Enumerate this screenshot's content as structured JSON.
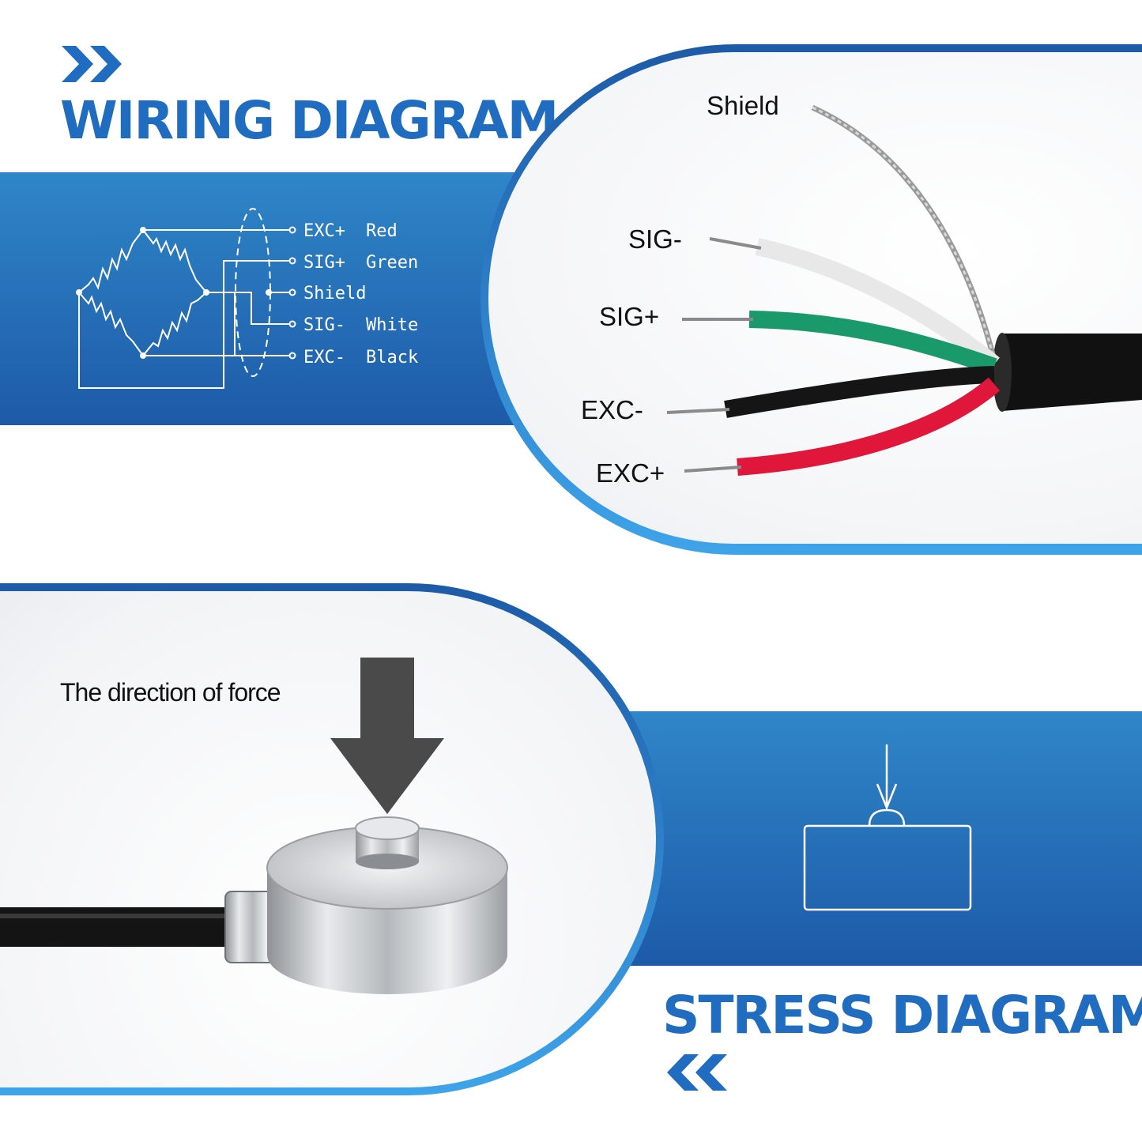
{
  "wiring": {
    "title": "WIRING DIAGRAM",
    "schematic": [
      {
        "signal": "EXC+",
        "color": "Red"
      },
      {
        "signal": "SIG+",
        "color": "Green"
      },
      {
        "signal": "Shield",
        "color": ""
      },
      {
        "signal": "SIG-",
        "color": "White"
      },
      {
        "signal": "EXC-",
        "color": "Black"
      }
    ],
    "wire_labels": {
      "shield": "Shield",
      "sig_minus": "SIG-",
      "sig_plus": "SIG+",
      "exc_minus": "EXC-",
      "exc_plus": "EXC+"
    }
  },
  "stress": {
    "title": "STRESS DIAGRAM",
    "force_label": "The direction of force"
  },
  "colors": {
    "accent": "#1f6cc0",
    "band_light": "#2f86c8",
    "band_dark": "#1d5aa8",
    "wire_red": "#e0163a",
    "wire_green": "#1a9a6a",
    "wire_black": "#151515",
    "arrow_gray": "#4a4a4a"
  }
}
